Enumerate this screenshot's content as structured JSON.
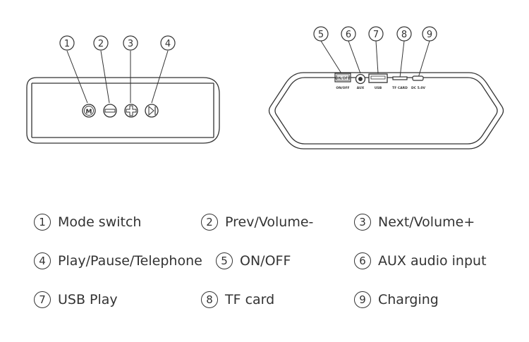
{
  "callouts": {
    "front": [
      "1",
      "2",
      "3",
      "4"
    ],
    "back": [
      "5",
      "6",
      "7",
      "8",
      "9"
    ]
  },
  "buttons": {
    "mode": "M"
  },
  "port_labels": {
    "switch_text": "ON/OFF",
    "switch_caption": "ON/OFF",
    "aux": "AUX",
    "usb": "USB",
    "tf": "TF CARD",
    "dc": "DC 5.0V"
  },
  "legend": [
    {
      "num": "1",
      "label": "Mode switch"
    },
    {
      "num": "2",
      "label": "Prev/Volume-"
    },
    {
      "num": "3",
      "label": "Next/Volume+"
    },
    {
      "num": "4",
      "label": "Play/Pause/Telephone"
    },
    {
      "num": "5",
      "label": "ON/OFF"
    },
    {
      "num": "6",
      "label": "AUX audio input"
    },
    {
      "num": "7",
      "label": "USB Play"
    },
    {
      "num": "8",
      "label": "TF card"
    },
    {
      "num": "9",
      "label": "Charging"
    }
  ],
  "colors": {
    "line": "#333333",
    "background": "#ffffff"
  }
}
